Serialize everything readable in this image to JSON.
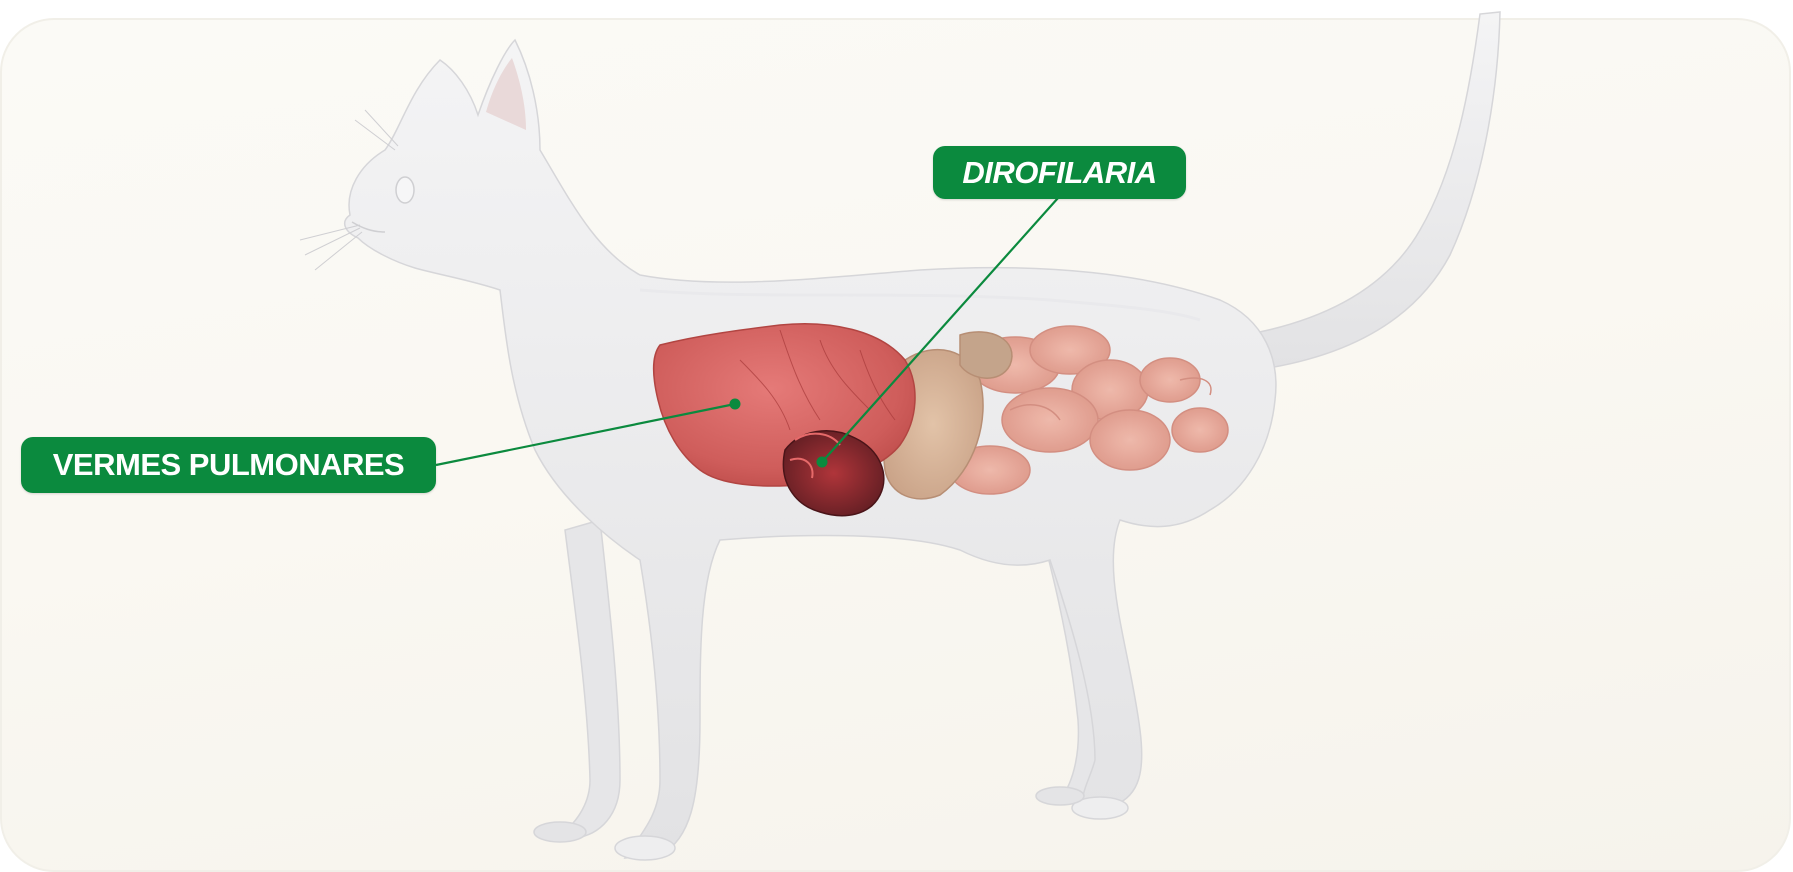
{
  "labels": {
    "dirofilaria": "DIROFILARIA",
    "vermes_pulmonares": "VERMES PULMONARES"
  },
  "colors": {
    "label_background": "#0b8a3e",
    "label_text": "#ffffff",
    "leader_line": "#0b8a3e",
    "panel_background": "#faf8f2"
  },
  "icons": {
    "figure": "cat-anatomy-illustration"
  }
}
